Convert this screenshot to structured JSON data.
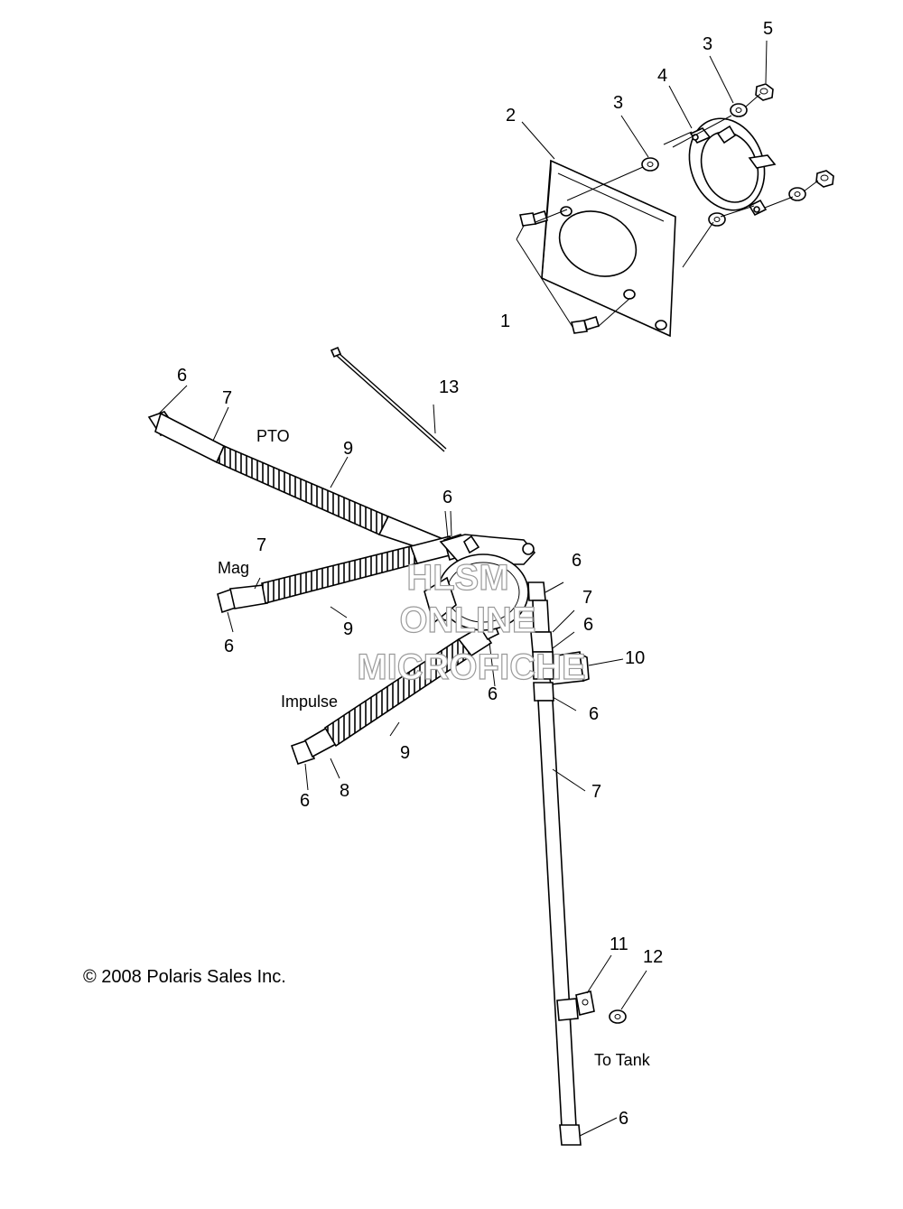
{
  "callouts": [
    "1",
    "2",
    "3",
    "3",
    "4",
    "5",
    "6",
    "7",
    "13",
    "9",
    "6",
    "7",
    "6",
    "9",
    "6",
    "7",
    "6",
    "10",
    "6",
    "6",
    "9",
    "6",
    "8",
    "7",
    "11",
    "12",
    "6"
  ],
  "labels": {
    "pto": "PTO",
    "mag": "Mag",
    "impulse": "Impulse",
    "to_tank": "To Tank"
  },
  "copyright": "© 2008 Polaris Sales Inc.",
  "watermark": {
    "line1": "HLSM",
    "line2": "ONLINE",
    "line3": "MICROFICHE"
  }
}
